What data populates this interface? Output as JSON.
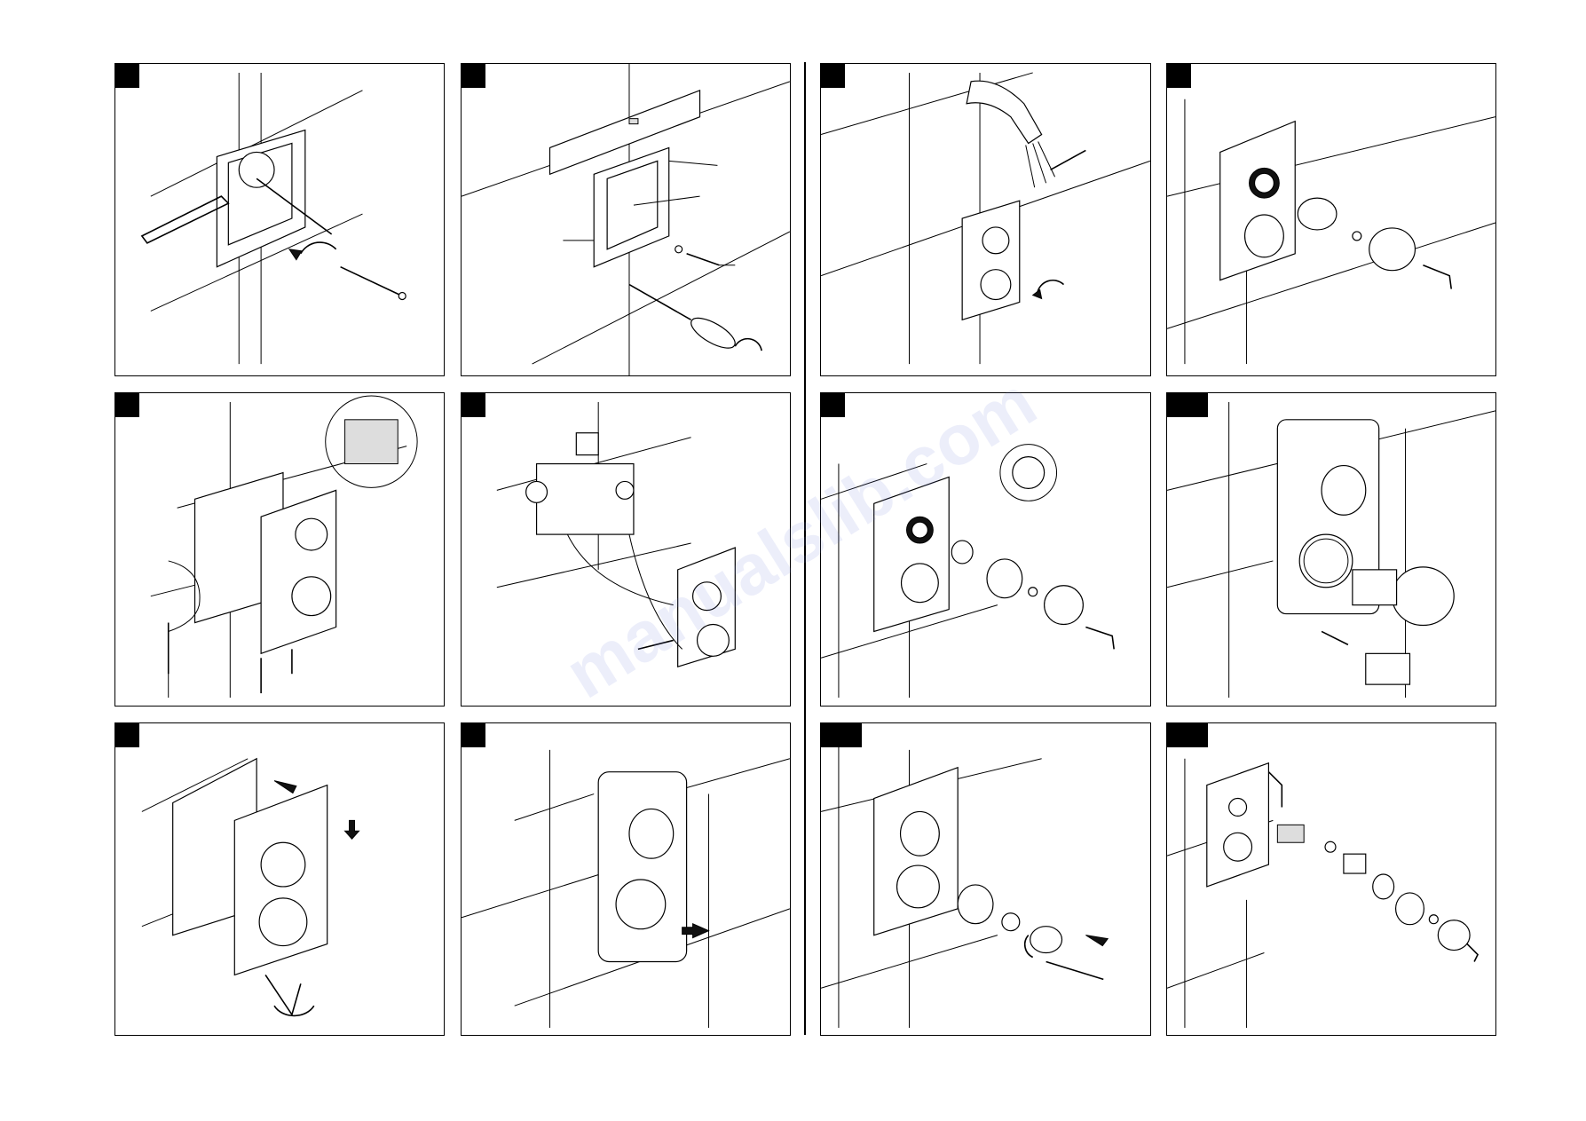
{
  "page": {
    "background": "#ffffff",
    "ink": "#000000"
  },
  "steps": [
    {
      "id": "step-1",
      "label": "",
      "content": "wall-mount-screws-wrench"
    },
    {
      "id": "step-2",
      "label": "",
      "content": "spirit-level-frame-screwdriver"
    },
    {
      "id": "step-3",
      "label": "",
      "content": "shower-head-flush-turn-knob"
    },
    {
      "id": "step-4",
      "label": "",
      "content": "remove-knob-allen-key"
    },
    {
      "id": "step-5",
      "label": "",
      "content": "connect-hoses-detail-circle"
    },
    {
      "id": "step-6",
      "label": "",
      "content": "valve-assembly-hoses"
    },
    {
      "id": "step-7",
      "label": "",
      "content": "exploded-cartridge-ring-detail"
    },
    {
      "id": "step-8",
      "label": "",
      "content": "faceplate-bottom-module"
    },
    {
      "id": "step-9",
      "label": "",
      "content": "mount-faceplate-arrows"
    },
    {
      "id": "step-10",
      "label": "",
      "content": "press-faceplate-arrow"
    },
    {
      "id": "step-11",
      "label": "",
      "content": "exploded-lower-cartridge"
    },
    {
      "id": "step-12",
      "label": "",
      "content": "exploded-upper-cartridge-wrench"
    }
  ],
  "watermark": {
    "text": "manualslib.com",
    "color": "#6e78dc"
  }
}
